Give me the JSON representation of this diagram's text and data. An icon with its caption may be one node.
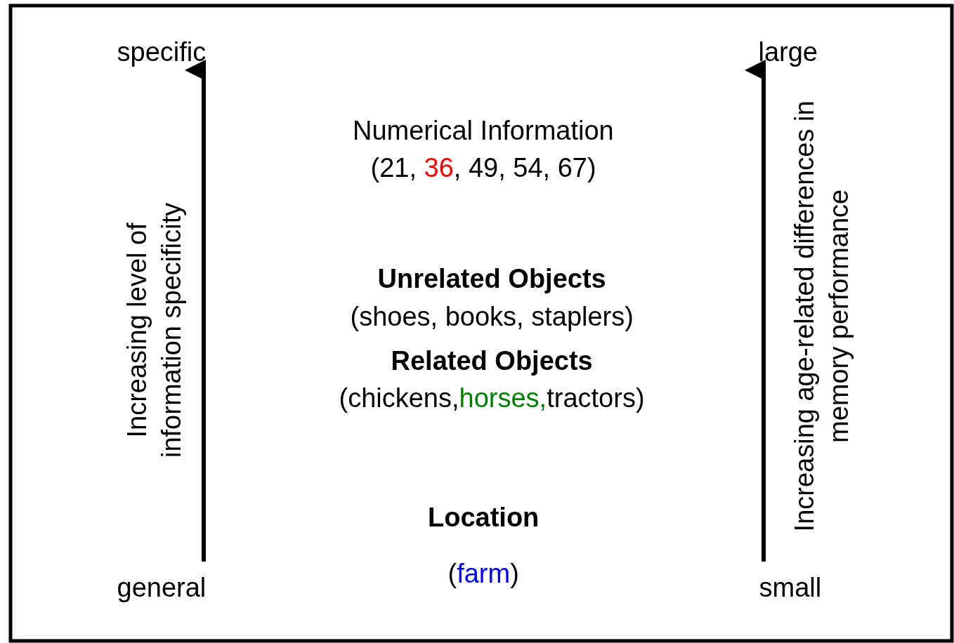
{
  "diagram": {
    "labels": [
      "specific",
      "Increasing level of information specificity",
      "general",
      "Numerical Information",
      "(21, 36, 49, 54, 67)",
      "Unrelated Objects",
      "(shoes, books, staplers)",
      "Related Objects",
      "(chickens,horses,tractors)",
      "Location",
      "(farm)",
      "large",
      "Increasing age-related differences in memory performance",
      "small"
    ]
  }
}
